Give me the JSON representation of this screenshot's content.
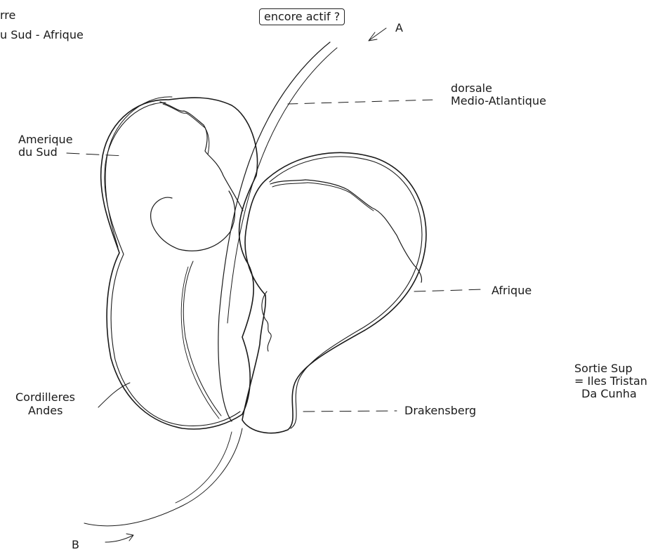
{
  "title_lines": [
    "rre",
    "u Sud - Afrique"
  ],
  "question_label": "encore actif ?",
  "point_a": "A",
  "point_b": "B",
  "labels": {
    "dorsale": [
      "dorsale",
      "Medio-Atlantique"
    ],
    "amerique": [
      "Amerique",
      "du Sud"
    ],
    "afrique": "Afrique",
    "cordilleres": [
      "Cordilleres",
      "Andes"
    ],
    "drakensberg": "Drakensberg",
    "sortie": [
      "Sortie Sup",
      "= Iles Tristan",
      "  Da Cunha"
    ]
  }
}
